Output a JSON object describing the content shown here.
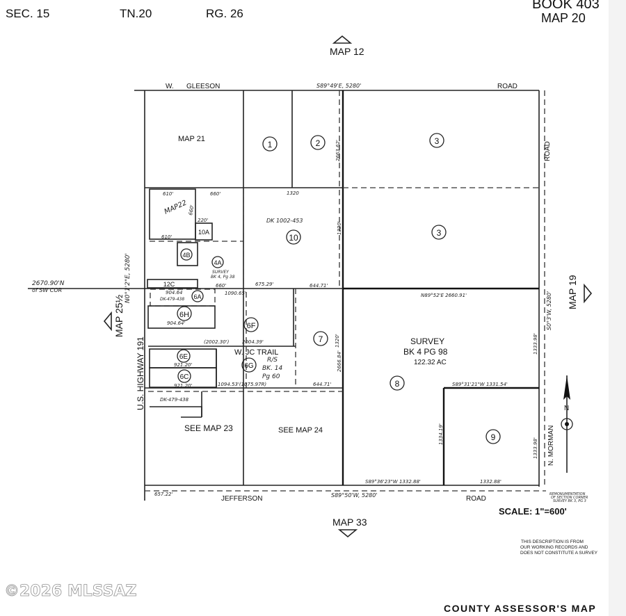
{
  "header": {
    "section": "SEC. 15",
    "township": "TN.20",
    "range": "RG. 26",
    "book": "BOOK 403",
    "map": "MAP 20"
  },
  "adjacent_maps": {
    "north": "MAP 12",
    "south": "MAP 33",
    "west": "MAP 25½",
    "east": "MAP 19"
  },
  "roads": {
    "north_road_w": "W.",
    "north_road_name": "GLEESON",
    "north_road_suffix": "ROAD",
    "north_bearing": "S89°49'E, 5280'",
    "south_road": "JEFFERSON",
    "south_road_suffix": "ROAD",
    "south_bearing": "S89°50'W, 5280'",
    "east_road": "ROAD",
    "east_road_name": "N. MORMAN",
    "west_road": "U.S. HIGHWAY 191",
    "west_bearing": "N0°1'2\"E, 5280'",
    "east_bearing": "S0°3'W, 5280'",
    "trail": "W. JC TRAIL"
  },
  "parcels": [
    "1",
    "2",
    "3",
    "3",
    "10",
    "10A",
    "4B",
    "4A",
    "12C",
    "6A",
    "6H",
    "6F",
    "7",
    "6E",
    "6G",
    "6C",
    "8",
    "9"
  ],
  "labels": {
    "map21": "MAP 21",
    "map22": "MAP22",
    "see_map23": "SEE MAP 23",
    "see_map24": "SEE MAP 24",
    "survey": "SURVEY",
    "survey_ref": "BK 4 PG 98",
    "survey_area": "122.32 AC",
    "dk1002": "DK 1002-453",
    "dk479": "DK-479-438",
    "dk479b": "DK-479-438",
    "rs": "R/S",
    "rs_bk": "BK. 14",
    "rs_pg": "Pg 60",
    "survey_small": "SURVEY",
    "survey_small_ref": "BK 4, Pg 38",
    "sw_cor": "2670.90'N",
    "sw_cor2": "of SW COR",
    "remon": "REMONUMENTATION",
    "remon2": "OF SECTION CORNER",
    "remon3": "SURVEY BK 3, PG 3"
  },
  "dimensions": {
    "d1320": "1320",
    "d2663": "2663.62'",
    "d610a": "610'",
    "d660a": "660'",
    "d660b": "660'",
    "d220": "220'",
    "d610b": "610'",
    "d1320b": "1320'",
    "d660c": "660'",
    "d675": "675.29'",
    "d644a": "644.71'",
    "d904a": "904.64",
    "d904b": "904.64'",
    "d1090": "1090.65'",
    "d2660": "N89°52'E  2660.91'",
    "d2002": "(2002.30')",
    "d2004": "2004.39'",
    "d921a": "921.20'",
    "d921b": "921.20'",
    "d1094": "1094.53'(1075.97R)",
    "d644b": "644.71'",
    "d2666": "2666.84'",
    "d1320c": "1320'",
    "d1331": "S89°31'21\"W  1331.54'",
    "d1334": "1334.19'",
    "d1333a": "1333.98'",
    "d1333b": "1333.98'",
    "d1332a": "S89°36'23\"W  1332.88'",
    "d1332b": "1332.88'",
    "d657": "657.22'"
  },
  "scale": "SCALE: 1\"=600'",
  "disclaimer": [
    "THIS DESCRIPTION IS FROM",
    "OUR WORKING RECORDS AND",
    "DOES NOT CONSTITUTE A SURVEY"
  ],
  "footer_title": "COUNTY ASSESSOR'S MAP",
  "watermark": "©2026 MLSSAZ",
  "north_arrow": "N"
}
